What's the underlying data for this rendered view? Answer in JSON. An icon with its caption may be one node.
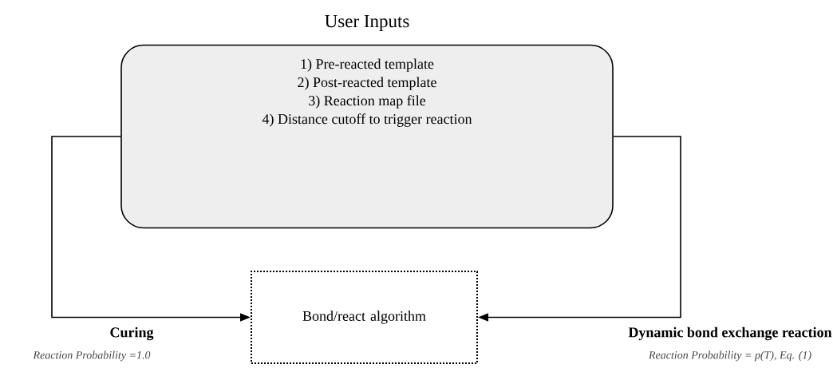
{
  "diagram": {
    "nodes": [
      {
        "text": [
          "User Inputs",
          "1) Pre-reacted template",
          "2) Post-reacted template",
          "3) Reaction map file",
          "4) Distance cutoff to trigger reaction"
        ]
      },
      {
        "text": [
          "Bond/react algorithm"
        ]
      }
    ],
    "edges": [
      {
        "from": 0,
        "to": 1,
        "arrow": "to",
        "label": "Curing"
      },
      {
        "from": 0,
        "to": 1,
        "arrow": "to",
        "label": "Dynamic bond exchange reaction"
      }
    ],
    "labels": [
      "Reaction Probability =1.0",
      "Reaction Probability = p(T), Eq. (1)"
    ]
  }
}
